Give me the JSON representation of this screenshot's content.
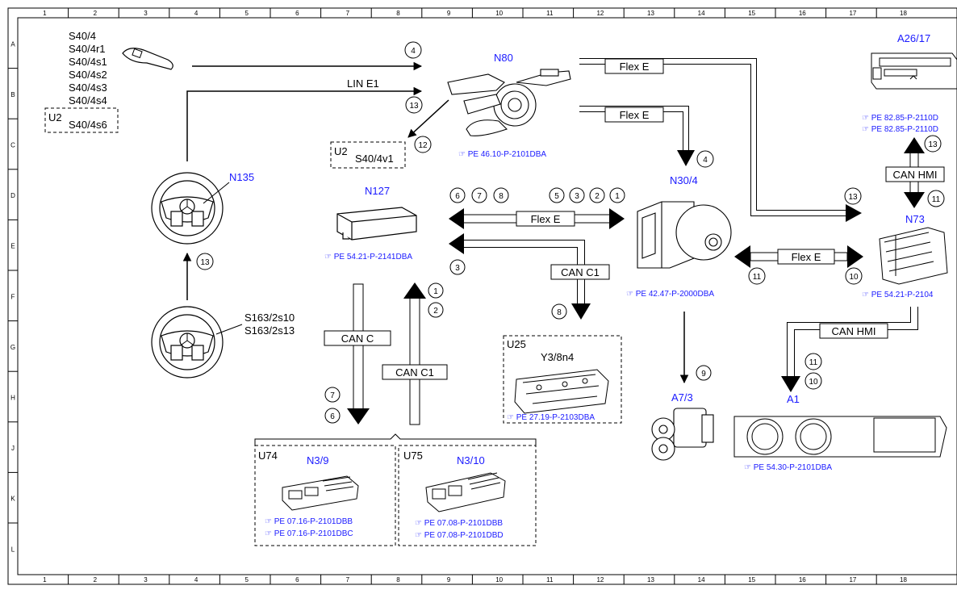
{
  "grid": {
    "columns": [
      "1",
      "2",
      "3",
      "4",
      "5",
      "6",
      "7",
      "8",
      "9",
      "10",
      "11",
      "12",
      "13",
      "14",
      "15",
      "16",
      "17",
      "18"
    ],
    "rows": [
      "A",
      "B",
      "C",
      "D",
      "E",
      "F",
      "G",
      "H",
      "J",
      "K",
      "L"
    ]
  },
  "components": {
    "s40_lines": [
      "S40/4",
      "S40/4r1",
      "S40/4s1",
      "S40/4s2",
      "S40/4s3",
      "S40/4s4"
    ],
    "u2_top": {
      "u": "U2",
      "code": "S40/4s6"
    },
    "u2_mid": {
      "u": "U2",
      "code": "S40/4v1"
    },
    "n80": {
      "label": "N80",
      "ref": "PE 46.10-P-2101DBA"
    },
    "n135": {
      "label": "N135"
    },
    "s163": [
      "S163/2s10",
      "S163/2s13"
    ],
    "n127": {
      "label": "N127",
      "ref": "PE 54.21-P-2141DBA"
    },
    "n30_4": {
      "label": "N30/4",
      "ref": "PE 42.47-P-2000DBA"
    },
    "a7_3": {
      "label": "A7/3"
    },
    "u25": {
      "u": "U25",
      "code": "Y3/8n4",
      "ref": "PE 27.19-P-2103DBA"
    },
    "u74": {
      "u": "U74",
      "label": "N3/9",
      "refs": [
        "PE 07.16-P-2101DBB",
        "PE 07.16-P-2101DBC"
      ]
    },
    "u75": {
      "u": "U75",
      "label": "N3/10",
      "refs": [
        "PE 07.08-P-2101DBB",
        "PE 07.08-P-2101DBD"
      ]
    },
    "a26_17": {
      "label": "A26/17",
      "refs": [
        "PE 82.85-P-2110D",
        "PE 82.85-P-2110D"
      ]
    },
    "n73": {
      "label": "N73",
      "ref": "PE 54.21-P-2104"
    },
    "a1": {
      "label": "A1",
      "ref": "PE 54.30-P-2101DBA"
    }
  },
  "buses": {
    "lin_e1": "LIN E1",
    "flex_e": "Flex E",
    "can_c": "CAN C",
    "can_c1": "CAN C1",
    "can_hmi": "CAN HMI"
  },
  "numbers": {
    "n4a": "4",
    "n13a": "13",
    "n12": "12",
    "n13b": "13",
    "n6": "6",
    "n7": "7",
    "n8": "8",
    "n5": "5",
    "n3": "3",
    "n2": "2",
    "n1": "1",
    "n3b": "3",
    "n8b": "8",
    "n1b": "1",
    "n2b": "2",
    "n7b": "7",
    "n6b": "6",
    "n4b": "4",
    "n9": "9",
    "n13c": "13",
    "n11": "11",
    "n10": "10",
    "n13d": "13",
    "n11b": "11",
    "n11c": "11",
    "n10b": "10"
  },
  "colors": {
    "label_blue": "#1a1aff",
    "line": "#000000"
  }
}
